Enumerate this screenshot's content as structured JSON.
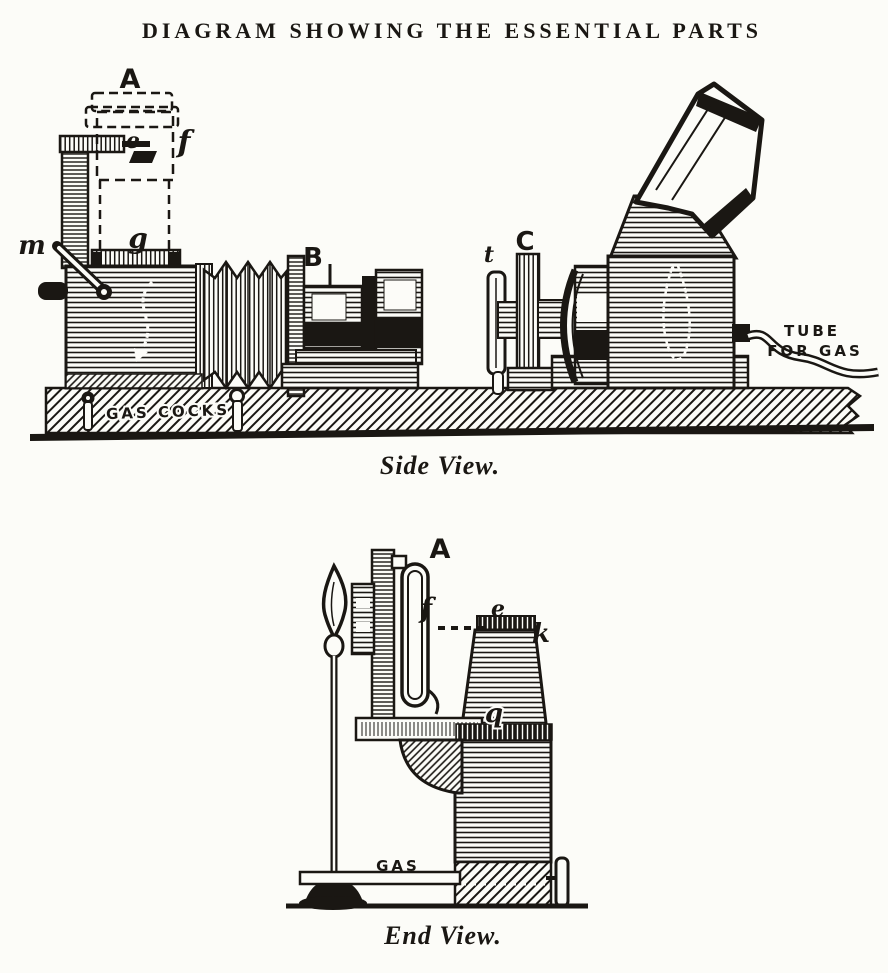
{
  "page": {
    "title": "DIAGRAM SHOWING THE ESSENTIAL PARTS"
  },
  "theme": {
    "ink": "#1a1713",
    "paper": "#fcfcf8"
  },
  "side_view": {
    "caption": "Side View.",
    "part_labels": {
      "A": "A",
      "B": "B",
      "C": "C",
      "m": "m",
      "e": "e",
      "f": "f",
      "g": "g",
      "t": "t"
    },
    "notes": {
      "tube_line1": "TUBE",
      "tube_line2": "FOR GAS",
      "gas_cocks": "GAS COCKS"
    }
  },
  "end_view": {
    "caption": "End View.",
    "part_labels": {
      "A": "A",
      "f": "f",
      "e": "e",
      "k": "k",
      "q": "q"
    },
    "notes": {
      "gas": "GAS"
    }
  }
}
